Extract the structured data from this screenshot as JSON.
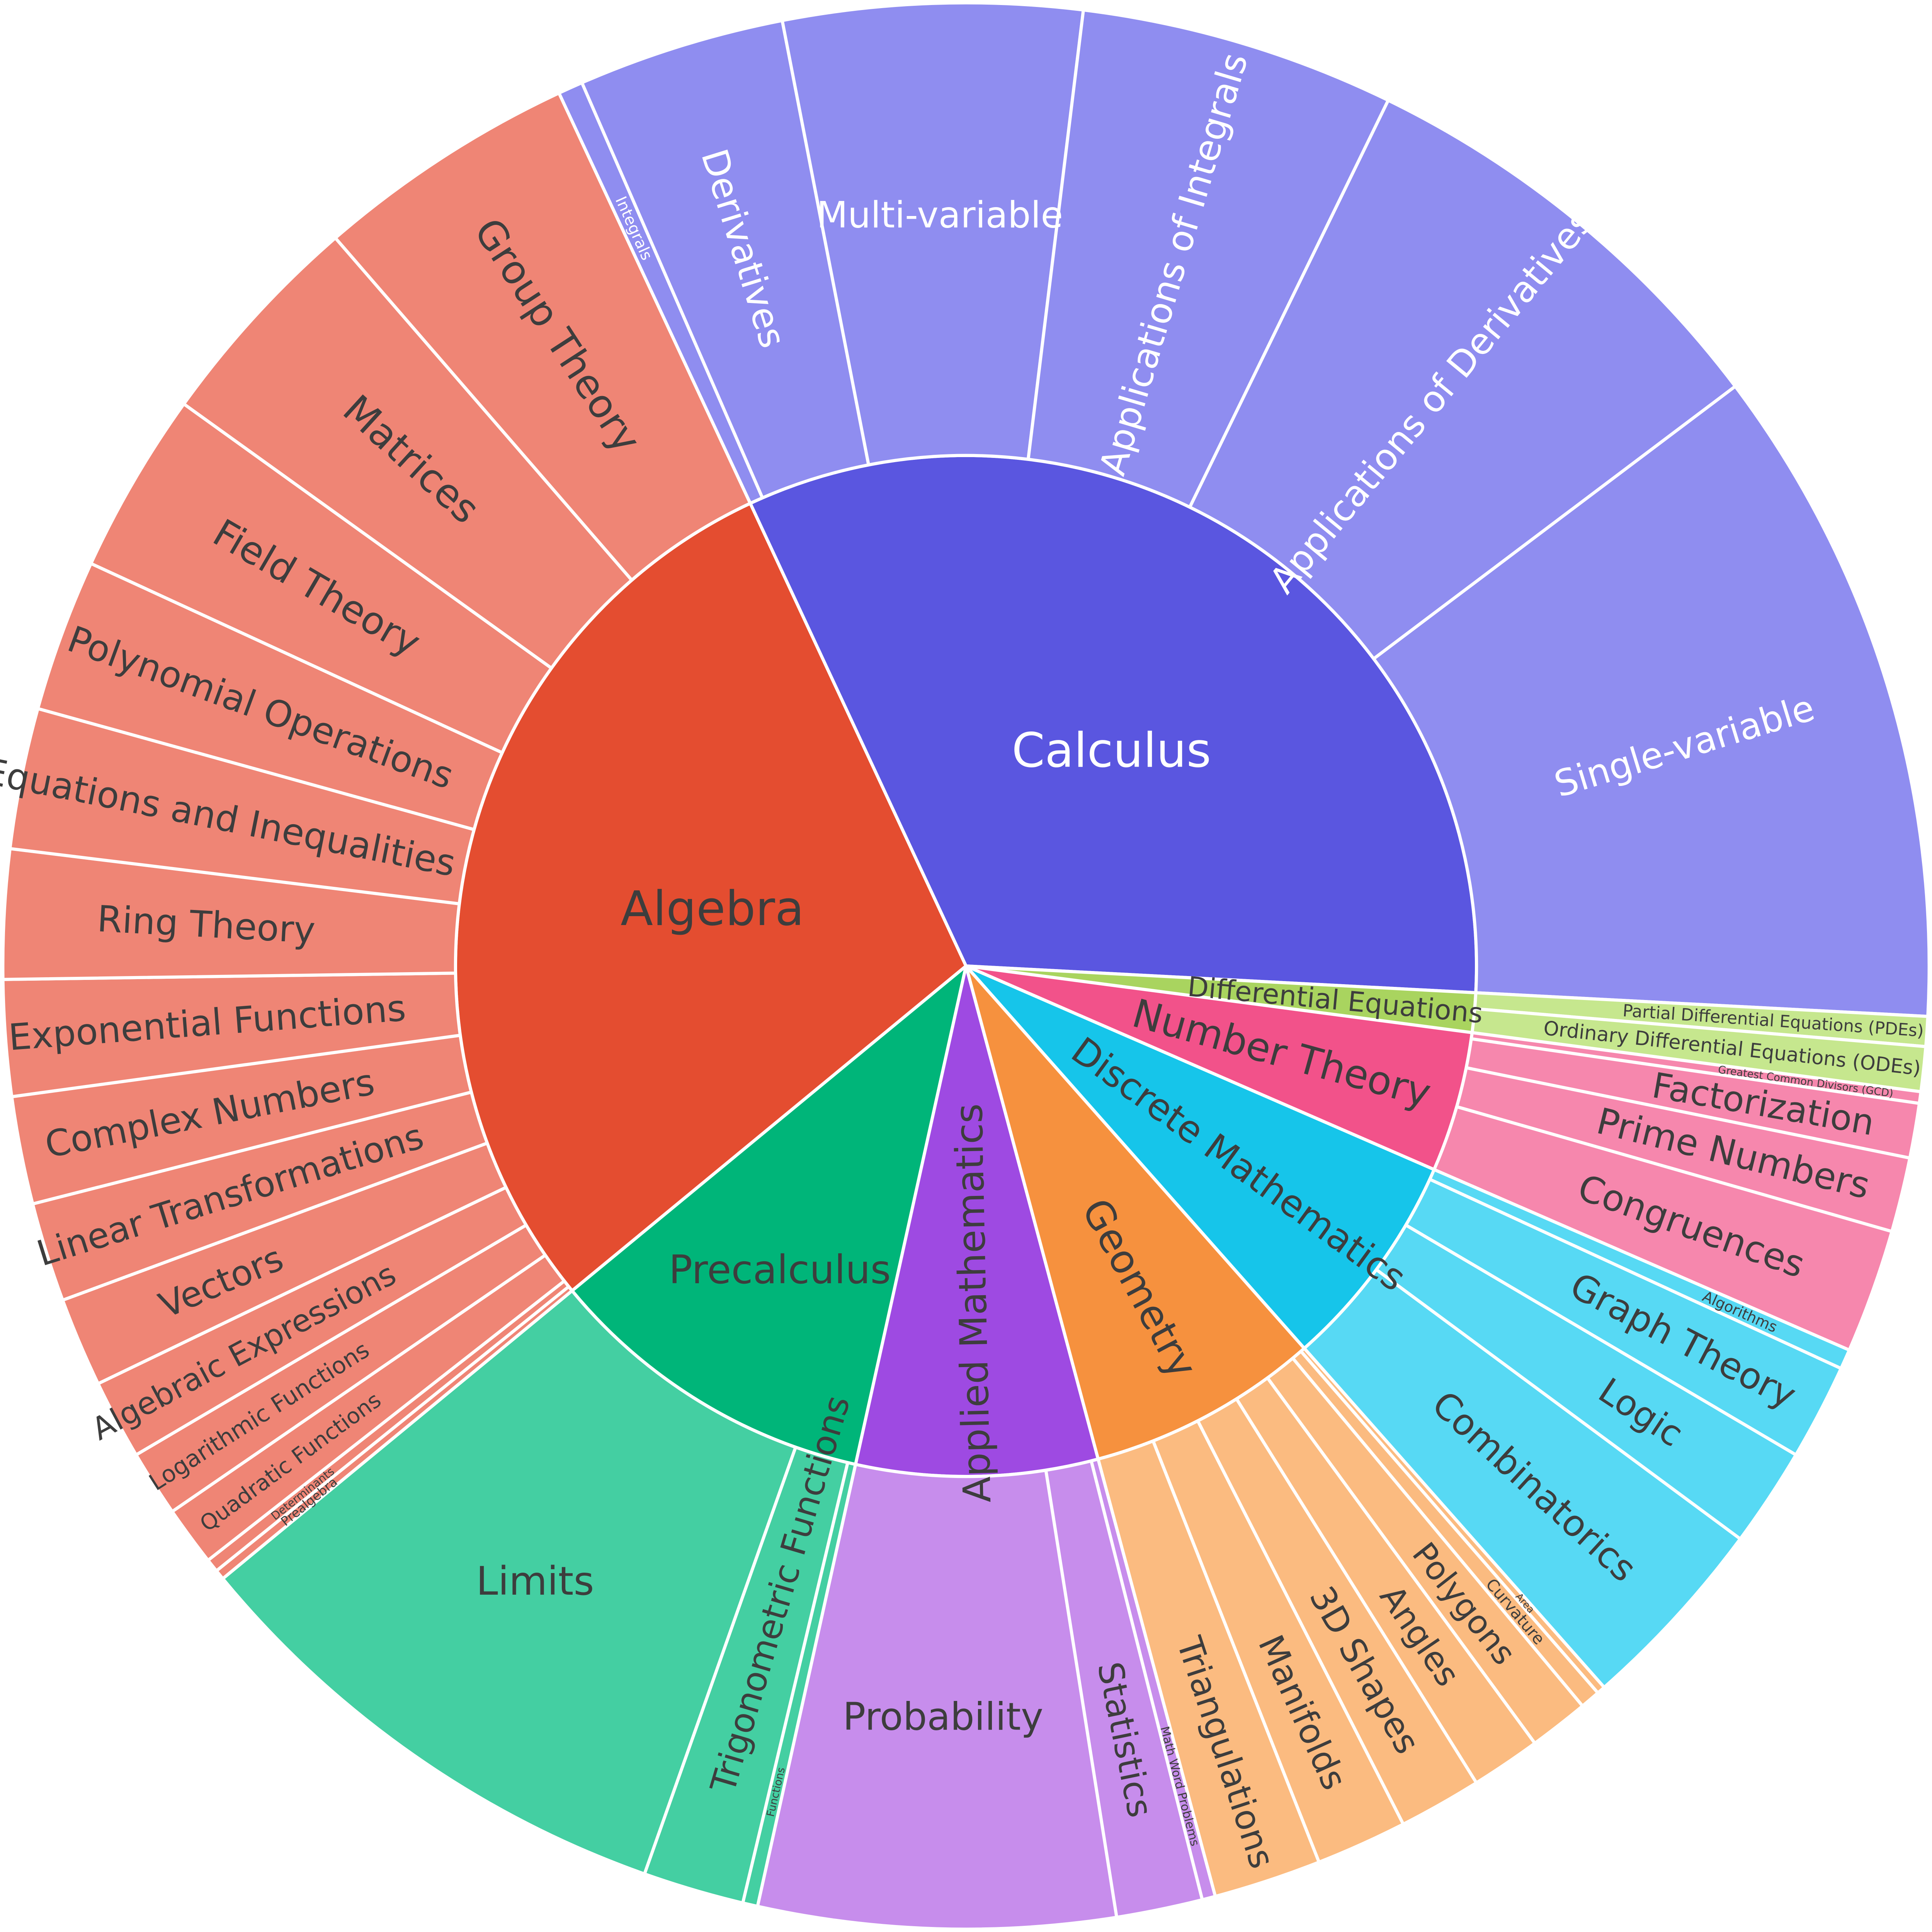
{
  "page": {
    "background": "#ffffff"
  },
  "chart_data": {
    "type": "pie",
    "subtype": "sunburst",
    "title": "",
    "direction": "clockwise",
    "start_angle_deg": 335,
    "value_units": "degrees_of_circle",
    "layout": {
      "inner_radius_frac": 0.53,
      "outer_label_radius_frac": 0.78,
      "stroke_color": "#ffffff",
      "legend": "none",
      "grid": "off"
    },
    "categories": [
      {
        "name": "Calculus",
        "value": 118,
        "color": "#5a56e0",
        "outer_color": "#8f8df0",
        "label_color": "#ffffff",
        "outer_label_color": "#ffffff",
        "fs": 135,
        "lr": 0.27,
        "mode": "h",
        "children": [
          {
            "name": "Integrals",
            "value": 1.5,
            "fs": 44,
            "lr": 0.84
          },
          {
            "name": "Derivatives",
            "value": 12.5,
            "fs": 103
          },
          {
            "name": "Multi-variable",
            "value": 18,
            "fs": 103,
            "mode": "h"
          },
          {
            "name": "Applications of Integrals",
            "value": 19,
            "fs": 103,
            "lr": 0.76
          },
          {
            "name": "Applications of Derivatives",
            "value": 27,
            "fs": 103,
            "lr": 0.76
          },
          {
            "name": "Single-variable",
            "value": 40,
            "fs": 103
          }
        ]
      },
      {
        "name": "Differential Equations",
        "value": 4.5,
        "color": "#a9d45f",
        "outer_color": "#c6e78e",
        "label_color": "#3d3d3d",
        "outer_label_color": "#3d3d3d",
        "fs": 78,
        "lr": 0.385,
        "children": [
          {
            "name": "Partial Differential Equations (PDEs)",
            "value": 1.8,
            "fs": 48,
            "lr": 0.84
          },
          {
            "name": "Ordinary Differential Equations (ODEs)",
            "value": 2.7,
            "fs": 56,
            "lr": 0.8
          }
        ]
      },
      {
        "name": "Number Theory",
        "value": 16,
        "color": "#f2528a",
        "outer_color": "#f687ad",
        "label_color": "#3d3d3d",
        "outer_label_color": "#3d3d3d",
        "fs": 112,
        "lr": 0.34,
        "children": [
          {
            "name": "Greatest Common Divisors (GCD)",
            "value": 0.7,
            "fs": 30,
            "lr": 0.88
          },
          {
            "name": "Factorization",
            "value": 3.3,
            "fs": 100,
            "lr": 0.84
          },
          {
            "name": "Prime Numbers",
            "value": 4.5,
            "fs": 103,
            "lr": 0.82
          },
          {
            "name": "Congruences",
            "value": 7.5,
            "fs": 103,
            "lr": 0.8
          }
        ]
      },
      {
        "name": "Discrete Mathematics",
        "value": 25,
        "color": "#16c5ea",
        "outer_color": "#57d9f4",
        "label_color": "#3d3d3d",
        "outer_label_color": "#3d3d3d",
        "fs": 105,
        "lr": 0.35,
        "children": [
          {
            "name": "Algorithms",
            "value": 1.2,
            "fs": 42,
            "lr": 0.88
          },
          {
            "name": "Graph Theory",
            "value": 5.8,
            "fs": 103,
            "lr": 0.84
          },
          {
            "name": "Logic",
            "value": 6.0,
            "fs": 100,
            "lr": 0.84
          },
          {
            "name": "Combinatorics",
            "value": 12.0,
            "fs": 103,
            "lr": 0.8
          }
        ]
      },
      {
        "name": "Geometry",
        "value": 26.5,
        "color": "#f6913e",
        "outer_color": "#fbbb80",
        "label_color": "#3d3d3d",
        "outer_label_color": "#3d3d3d",
        "fs": 112,
        "lr": 0.38,
        "children": [
          {
            "name": "Area",
            "value": 0.5,
            "fs": 28,
            "lr": 0.88
          },
          {
            "name": "Curvature",
            "value": 1.2,
            "fs": 46,
            "lr": 0.88
          },
          {
            "name": "Polygons",
            "value": 3.6,
            "fs": 92,
            "lr": 0.84
          },
          {
            "name": "Angles",
            "value": 4.2,
            "fs": 95,
            "lr": 0.84
          },
          {
            "name": "3D Shapes",
            "value": 5.0,
            "fs": 98,
            "lr": 0.84
          },
          {
            "name": "Manifolds",
            "value": 5.5,
            "fs": 98,
            "lr": 0.85
          },
          {
            "name": "Triangulations",
            "value": 6.5,
            "fs": 98,
            "lr": 0.86
          }
        ]
      },
      {
        "name": "Applied Mathematics",
        "value": 27.5,
        "color": "#9e4ae2",
        "outer_color": "#c78dec",
        "label_color": "#3d3d3d",
        "outer_label_color": "#3d3d3d",
        "fs": 108,
        "lr": 0.35,
        "children": [
          {
            "name": "Math Word Problems",
            "value": 0.8,
            "fs": 34,
            "lr": 0.88
          },
          {
            "name": "Statistics",
            "value": 5.2,
            "fs": 98,
            "lr": 0.82
          },
          {
            "name": "Probability",
            "value": 21.5,
            "fs": 108,
            "mode": "h"
          }
        ]
      },
      {
        "name": "Precalculus",
        "value": 38,
        "color": "#00b579",
        "outer_color": "#44cfa2",
        "label_color": "#3d3d3d",
        "outer_label_color": "#3d3d3d",
        "fs": 112,
        "lr": 0.37,
        "mode": "h",
        "children": [
          {
            "name": "Functions",
            "value": 0.9,
            "fs": 30,
            "lr": 0.88
          },
          {
            "name": "Trigonometric Functions",
            "value": 6.1,
            "fs": 98,
            "lr": 0.68
          },
          {
            "name": "Limits",
            "value": 31,
            "fs": 112,
            "mode": "h"
          }
        ]
      },
      {
        "name": "Algebra",
        "value": 104.5,
        "color": "#e44d30",
        "outer_color": "#ef8575",
        "label_color": "#3d3d3d",
        "outer_label_color": "#3d3d3d",
        "fs": 135,
        "lr": 0.27,
        "mode": "h",
        "children": [
          {
            "name": "Prealgebra",
            "value": 0.6,
            "fs": 36,
            "lr": 0.88
          },
          {
            "name": "Determinants",
            "value": 0.8,
            "fs": 32,
            "lr": 0.88
          },
          {
            "name": "Quadratic Functions",
            "value": 3.6,
            "fs": 62,
            "lr": 0.87
          },
          {
            "name": "Logarithmic Functions",
            "value": 4.0,
            "fs": 66,
            "lr": 0.87
          },
          {
            "name": "Algebraic Expressions",
            "value": 4.8,
            "fs": 88,
            "lr": 0.85
          },
          {
            "name": "Vectors",
            "value": 5.4,
            "fs": 100,
            "lr": 0.84
          },
          {
            "name": "Linear Transformations",
            "value": 6.0,
            "fs": 100,
            "lr": 0.8
          },
          {
            "name": "Complex Numbers",
            "value": 6.5,
            "fs": 103,
            "lr": 0.8
          },
          {
            "name": "Exponential Functions",
            "value": 7.0,
            "fs": 103,
            "lr": 0.79
          },
          {
            "name": "Ring Theory",
            "value": 7.8,
            "fs": 103,
            "lr": 0.79
          },
          {
            "name": "Equations and Inequalities",
            "value": 8.5,
            "fs": 103,
            "lr": 0.79
          },
          {
            "name": "Polynomial Operations",
            "value": 9.2,
            "fs": 103,
            "lr": 0.78
          },
          {
            "name": "Field Theory",
            "value": 11.0,
            "fs": 108,
            "lr": 0.78
          },
          {
            "name": "Matrices",
            "value": 13.4,
            "fs": 112,
            "lr": 0.78
          },
          {
            "name": "Group Theory",
            "value": 15.9,
            "fs": 112,
            "lr": 0.78
          }
        ]
      }
    ]
  }
}
